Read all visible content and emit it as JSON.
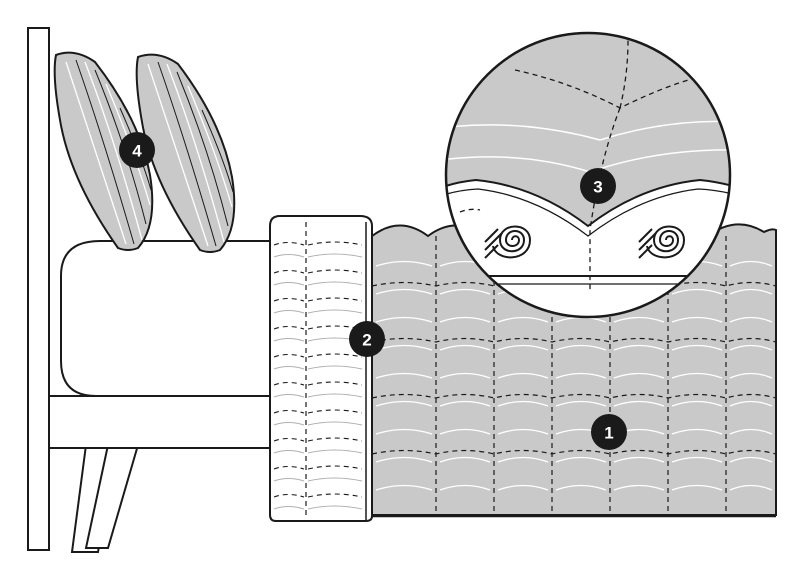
{
  "diagram": {
    "callouts": [
      {
        "id": "blanket",
        "label": "1"
      },
      {
        "id": "folded-topper",
        "label": "2"
      },
      {
        "id": "zoom-detail",
        "label": "3"
      },
      {
        "id": "pillows",
        "label": "4"
      }
    ],
    "colors": {
      "outline": "#1a1a1a",
      "fill_gray": "#c9c9c9",
      "fill_white": "#ffffff",
      "badge": "#1a1a1a",
      "stitch_light": "#ffffff",
      "stitch_dash": "#1a1a1a"
    },
    "icons": [
      "bed-frame-icon",
      "pillow-icon",
      "spiral-logo-icon"
    ]
  }
}
